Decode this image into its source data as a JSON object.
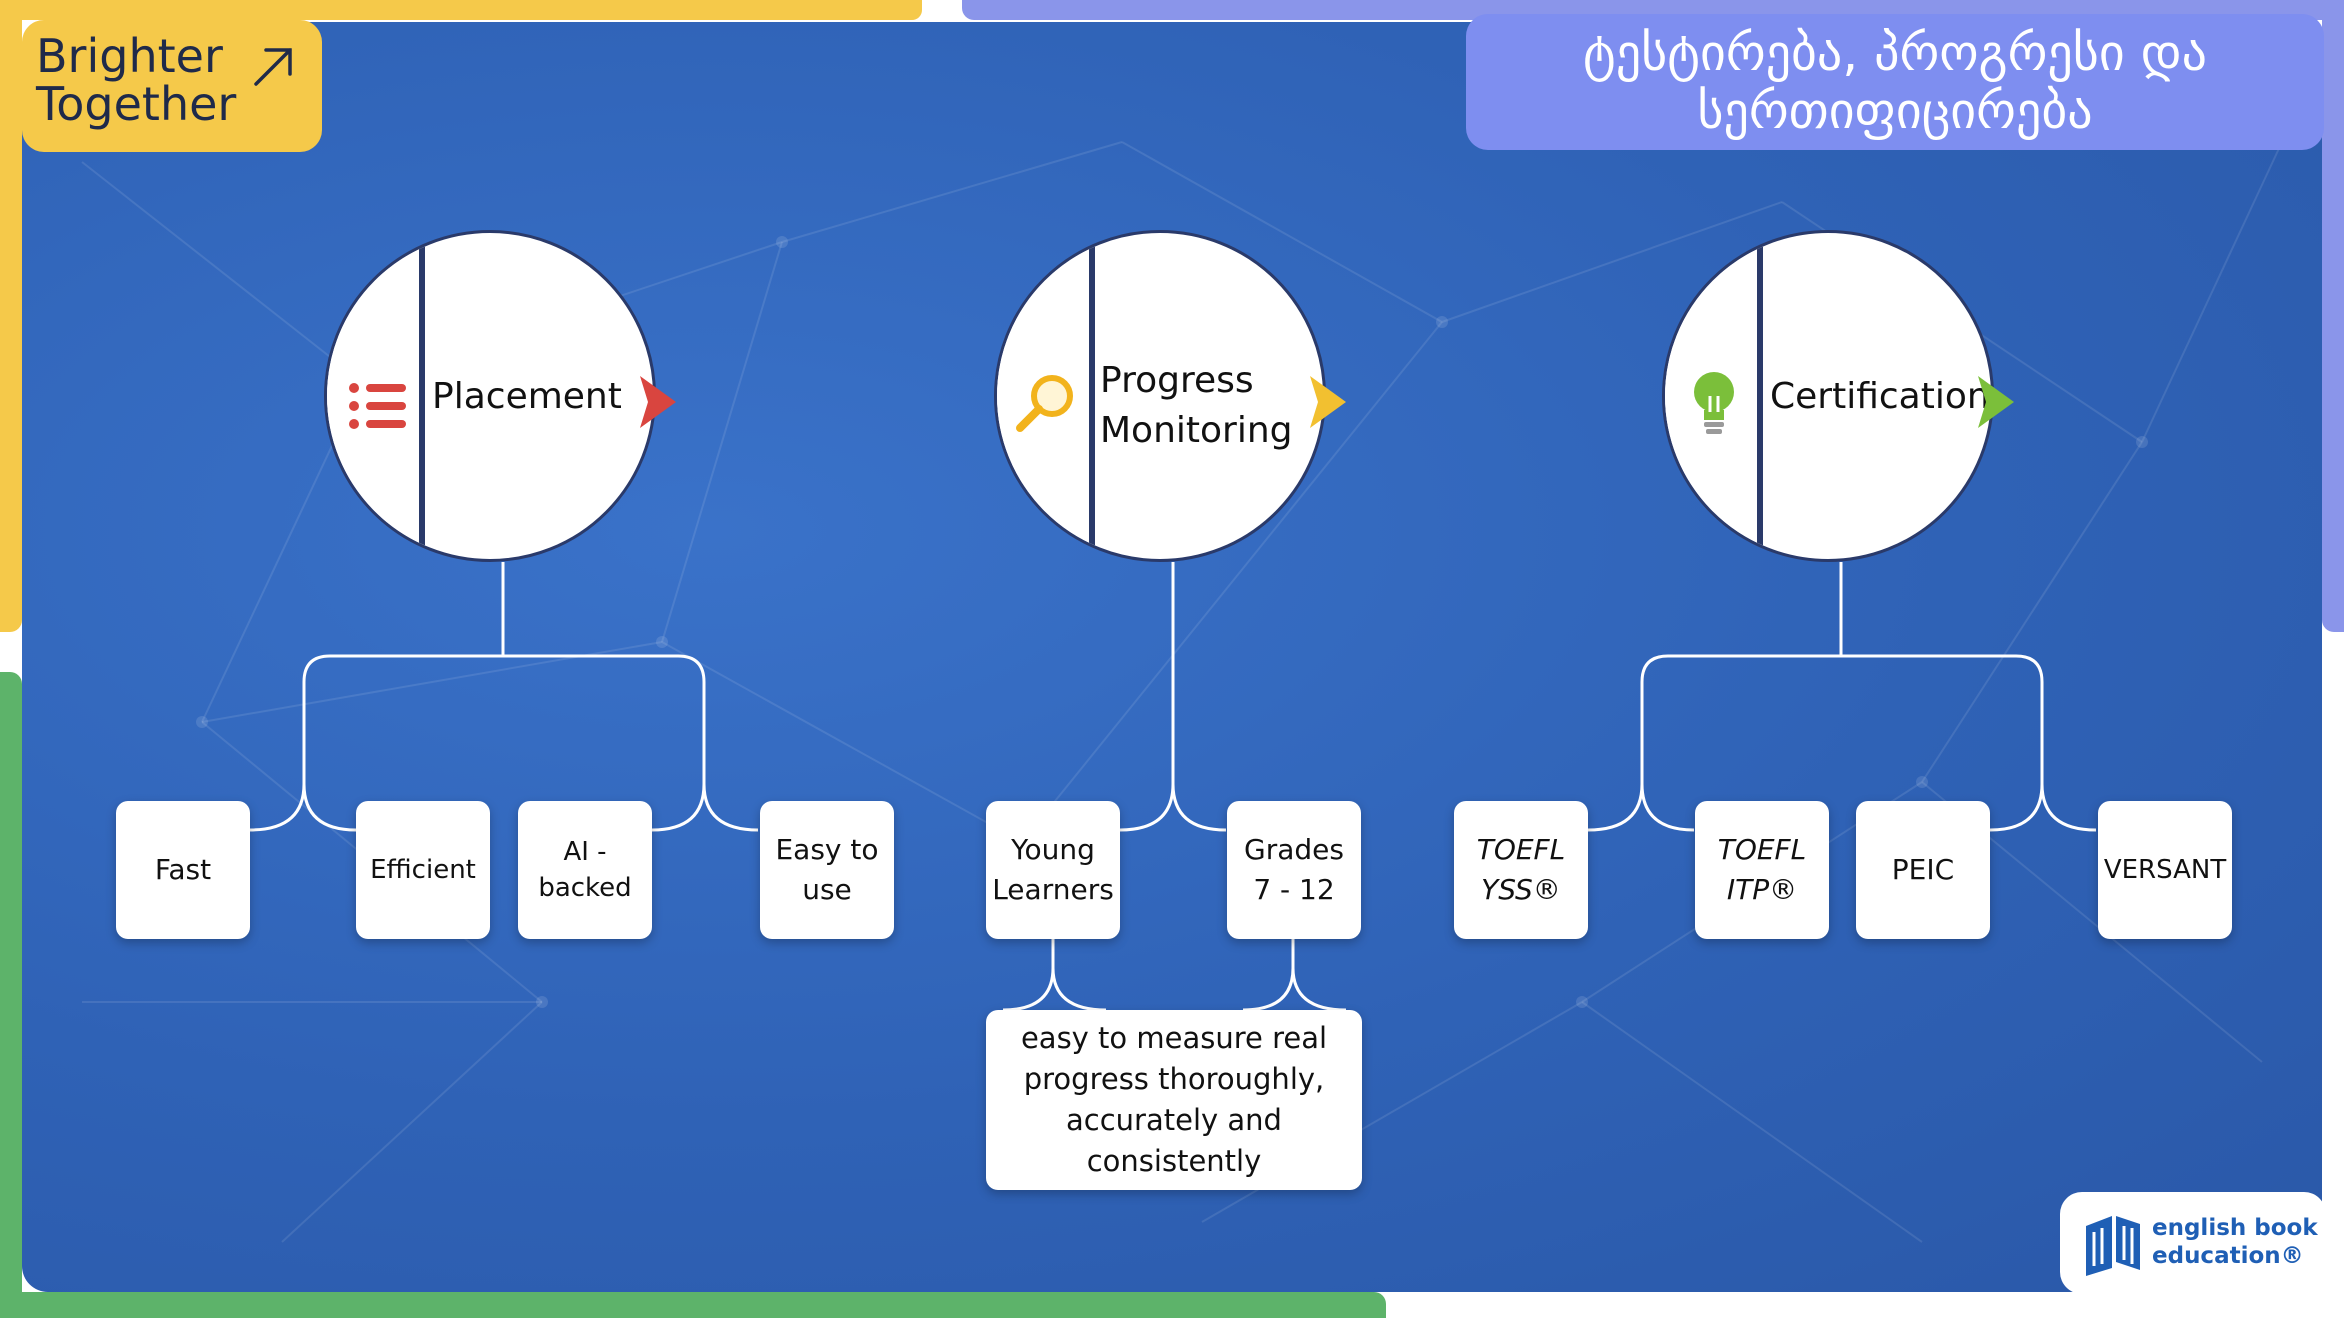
{
  "brand": {
    "text": "Brighter\nTogether",
    "color": "#f5c94a"
  },
  "title": {
    "line1": "ტესტირება, პროგრესი და",
    "line2": "სერთიფიცირება",
    "color": "#7e8ef0"
  },
  "frame_colors": {
    "yellow": "#f5c94a",
    "green": "#5db36a",
    "purple": "#8a95ea",
    "panel": "#2f62b6"
  },
  "nodes": [
    {
      "label": "Placement",
      "icon": "list-icon",
      "icon_color": "#d9453f",
      "chevron_color": "#d9453f",
      "children": [
        "Fast",
        "Efficient",
        "AI -\nbacked",
        "Easy to\nuse"
      ]
    },
    {
      "label": "Progress\nMonitoring",
      "icon": "magnifier-icon",
      "icon_color": "#f2b31c",
      "chevron_color": "#f2c030",
      "children": [
        "Young\nLearners",
        "Grades\n7 - 12"
      ],
      "note": "easy to measure real progress thoroughly, accurately and consistently"
    },
    {
      "label": "Certification",
      "icon": "lightbulb-icon",
      "icon_color": "#7bbf3a",
      "chevron_color": "#7bbf3a",
      "children": [
        "TOEFL\nYSS®",
        "TOEFL\nITP®",
        "PEIC",
        "VERSANT"
      ]
    }
  ],
  "logo": {
    "text": "english book\neducation®",
    "color": "#1f5fb5"
  }
}
